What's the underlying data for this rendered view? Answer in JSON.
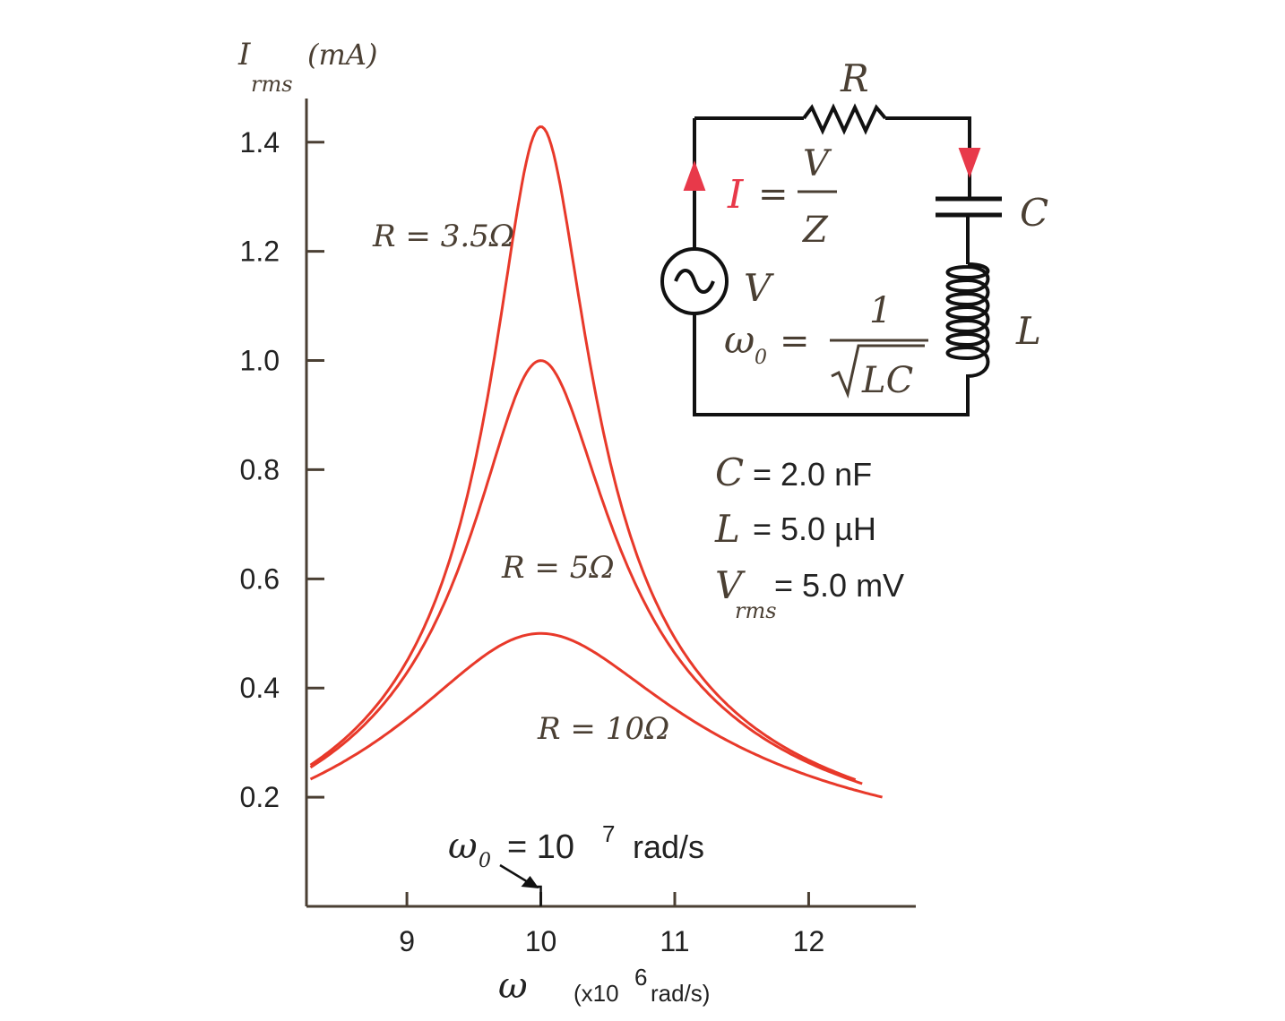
{
  "chart_data": {
    "type": "line",
    "ylabel": {
      "main": "I",
      "sub": "rms",
      "unit": "(mA)"
    },
    "xlabel": {
      "symbol": "ω",
      "unit_prefix": "(x10",
      "unit_exp": "6",
      "unit_suffix": "rad/s)"
    },
    "xlim": [
      8.25,
      12.8
    ],
    "ylim": [
      0,
      1.48
    ],
    "xticks": [
      "9",
      "10",
      "11",
      "12"
    ],
    "xtick_values": [
      9,
      10,
      11,
      12
    ],
    "yticks": [
      "0.2",
      "0.4",
      "0.6",
      "0.8",
      "1.0",
      "1.2",
      "1.4"
    ],
    "ytick_values": [
      0.2,
      0.4,
      0.6,
      0.8,
      1.0,
      1.2,
      1.4
    ],
    "line_color": "#e8392a",
    "axis_color": "#4a3f33",
    "series": [
      {
        "name": "R = 3.5Ω",
        "R": 3.5,
        "x_end": 12.35
      },
      {
        "name": "R = 5Ω",
        "R": 5.0,
        "x_end": 12.4
      },
      {
        "name": "R = 10Ω",
        "R": 10.0,
        "x_end": 12.55
      }
    ],
    "x_start": 8.28,
    "annotation": {
      "symbol": "ω",
      "sub": "0",
      "text": "= 10",
      "exp": "7",
      "unit": "rad/s",
      "target_x": 10
    },
    "parameters": [
      {
        "symbol": "C",
        "sub": "",
        "value": "= 2.0 nF"
      },
      {
        "symbol": "L",
        "sub": "",
        "value": "= 5.0 µH"
      },
      {
        "symbol": "V",
        "sub": "rms",
        "value": "= 5.0 mV"
      }
    ],
    "circuit": {
      "resistor_label": "R",
      "capacitor_label": "C",
      "inductor_label": "L",
      "source_label": "V",
      "current_eq": {
        "lhs": "I",
        "eq": "=",
        "num": "V",
        "den": "Z"
      },
      "resonance_eq": {
        "lhs": "ω",
        "sub": "0",
        "eq": "=",
        "num": "1",
        "den": "LC"
      },
      "arrow_color": "#e8394a"
    },
    "model": {
      "V_rms_mV": 5.0,
      "L_H": 5e-06,
      "C_F": 2e-09
    }
  }
}
